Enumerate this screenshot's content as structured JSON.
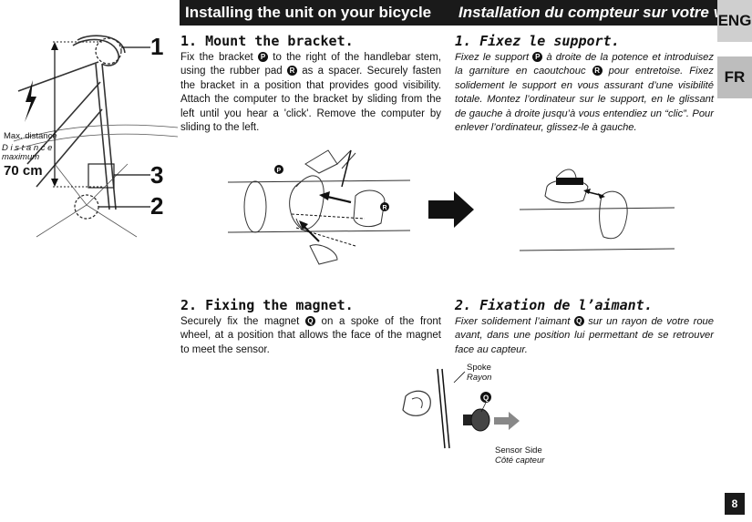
{
  "headers": {
    "english": "Installing the unit on your bicycle",
    "french": "Installation du compteur sur votre vélo"
  },
  "language_tabs": {
    "eng": "ENG",
    "fr": "FR"
  },
  "left_figure": {
    "max_distance_en": "Max. distance",
    "max_distance_fr_line1": "D i s t a n c e",
    "max_distance_fr_line2": "maximum",
    "distance_value": "70 cm",
    "callout_1": "1",
    "callout_3": "3",
    "callout_2": "2"
  },
  "step1": {
    "title_en": "1. Mount the bracket.",
    "text_en_a": "Fix the bracket ",
    "text_en_b": " to the right of the handlebar stem, using the rubber pad ",
    "text_en_c": " as a spacer.  Securely fasten the bracket in a position that provides good visibility. Attach the computer to the bracket by sliding from the left until you hear a 'click'.  Remove the computer by sliding to the left.",
    "title_fr": "1. Fixez le support.",
    "text_fr_a": "Fixez le support ",
    "text_fr_b": " à droite de la potence et introduisez la garniture en caoutchouc ",
    "text_fr_c": " pour entretoise. Fixez solidement le support en vous assurant d’une visibilité totale. Montez l’ordinateur sur le support, en le glissant de gauche à droite jusqu’à vous entendiez un “clic”. Pour enlever l’ordinateur, glissez-le à gauche.",
    "badge_p": "P",
    "badge_r": "R"
  },
  "step2": {
    "title_en": "2. Fixing the magnet.",
    "text_en_a": "Securely fix the magnet ",
    "text_en_b": " on a spoke of the front wheel, at a position that allows the face of the magnet to meet the sensor.",
    "title_fr": "2. Fixation de l’aimant.",
    "text_fr_a": "Fixer solidement l’aimant ",
    "text_fr_b": " sur un rayon de votre roue avant, dans une position lui permettant de se retrouver face au capteur.",
    "badge_q": "Q",
    "spoke_en": "Spoke",
    "spoke_fr": "Rayon",
    "sensor_en": "Sensor Side",
    "sensor_fr": "Côté capteur"
  },
  "page_number": "8"
}
